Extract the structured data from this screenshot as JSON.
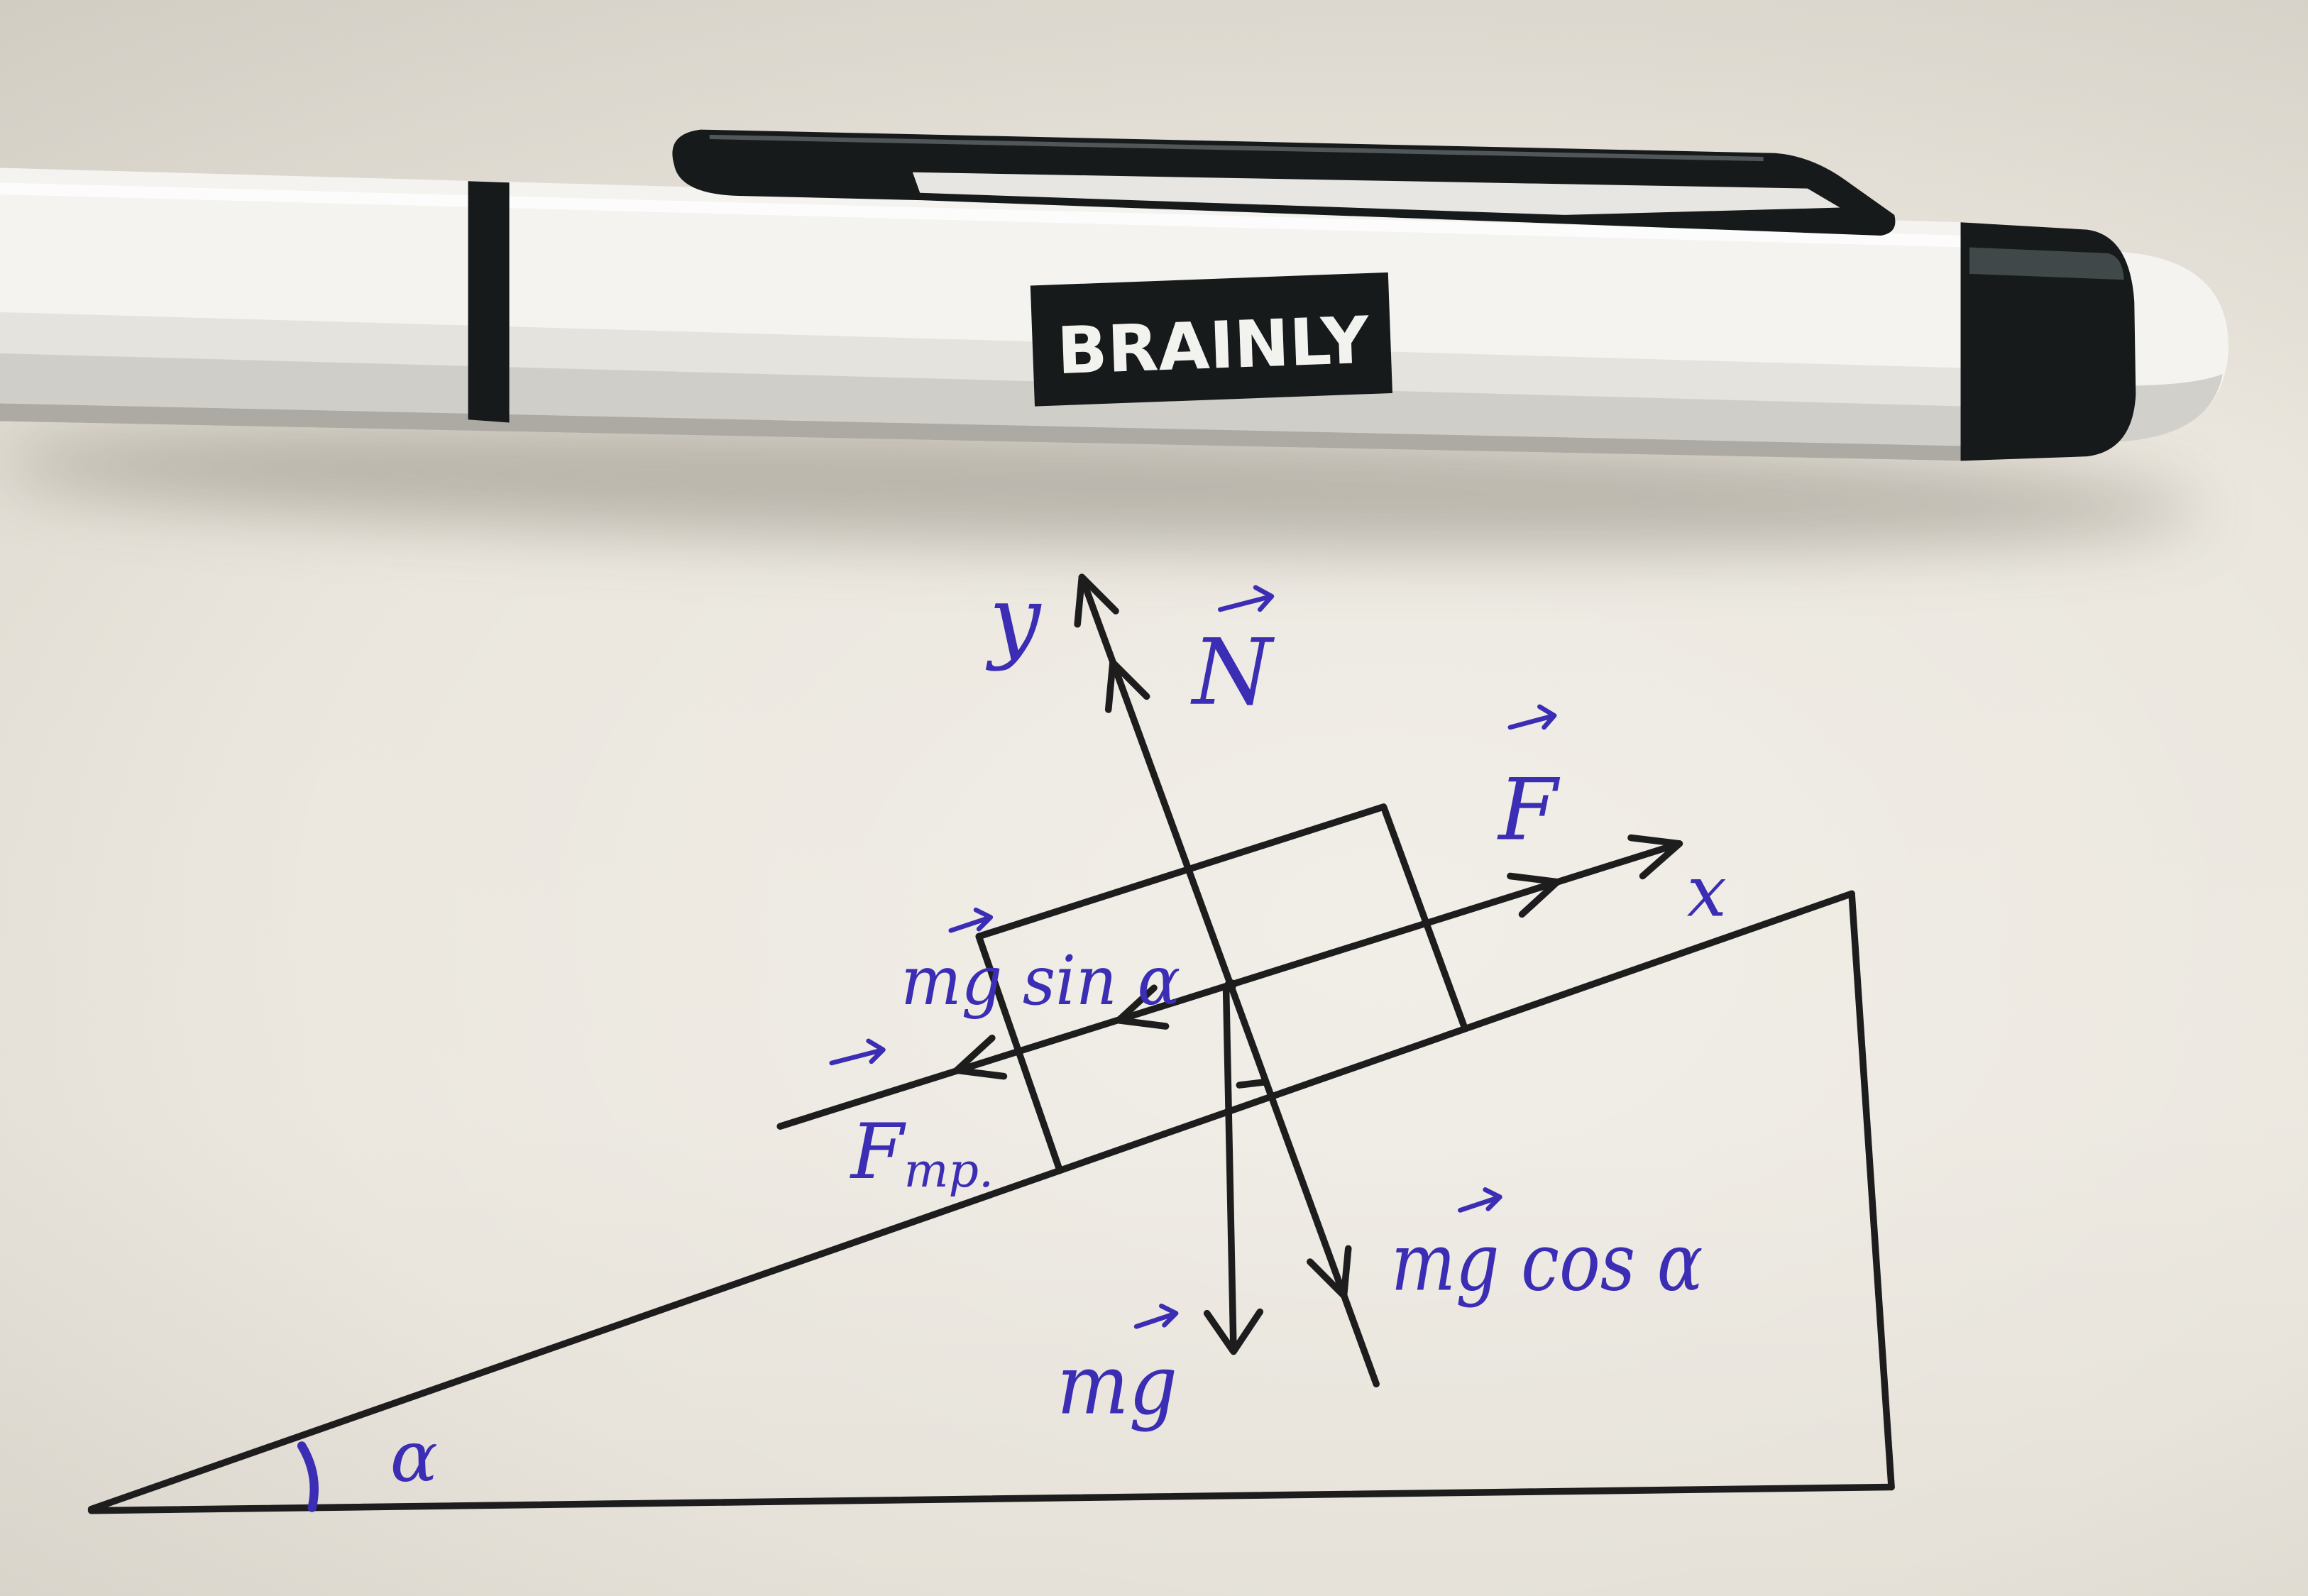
{
  "pen": {
    "logo": "BRAINLY"
  },
  "diagram": {
    "labels": {
      "y_axis": "y",
      "x_axis": "x",
      "normal_force": "N",
      "applied_force": "F",
      "mg_sin": "mg sin α",
      "friction": {
        "symbol": "F",
        "subscript": "тр."
      },
      "gravity": "mg",
      "mg_cos": "mg cos α",
      "angle": "α"
    }
  },
  "colors": {
    "ink": "#3b2db4",
    "lines": "#1d1d1d",
    "paper": "#ebe7de",
    "pen_body": "#f4f3f0",
    "pen_trim": "#161a1b",
    "logo_text": "#f2f2ee"
  }
}
